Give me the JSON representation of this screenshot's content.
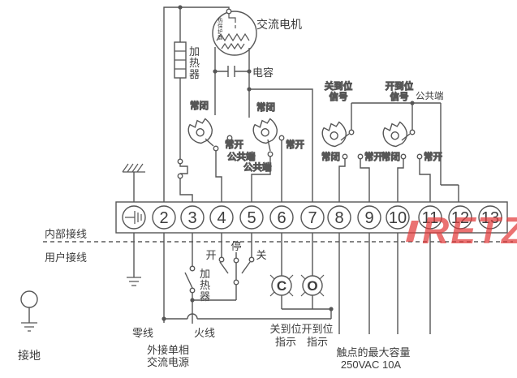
{
  "internal": {
    "motor_label": "交流电机",
    "protector": {
      "c0": "热",
      "c1": "保",
      "c2": "护",
      "c3": "器"
    },
    "heater": {
      "c0": "加",
      "c1": "热",
      "c2": "器"
    },
    "capacitor_label": "电容",
    "sw_a": {
      "nc": "常闭",
      "no": "常开",
      "common": "公共端"
    },
    "sw_b": {
      "nc": "常闭",
      "no": "常开",
      "common": "公共端"
    },
    "sw_c": {
      "line1": "关到位",
      "line2": "信号",
      "nc": "常闭",
      "no": "常开"
    },
    "sw_d": {
      "line1": "开到位",
      "line2": "信号",
      "nc": "常闭",
      "no": "常开"
    },
    "common_label": "公共端"
  },
  "separator": {
    "internal": "内部接线",
    "user": "用户接线"
  },
  "terminals": [
    "2",
    "3",
    "4",
    "5",
    "6",
    "7",
    "8",
    "9",
    "10",
    "11",
    "12",
    "13"
  ],
  "user": {
    "neutral": "零线",
    "live": "火线",
    "power_line1": "外接单相",
    "power_line2": "交流电源",
    "heater": {
      "c0": "加",
      "c1": "热",
      "c2": "器"
    },
    "btn_open": "开",
    "btn_stop": "停",
    "btn_close": "关",
    "lamp_c": "C",
    "lamp_o": "O",
    "lamp_c_line1": "关到位",
    "lamp_c_line2": "指示",
    "lamp_o_line1": "开到位",
    "lamp_o_line2": "指示",
    "note_line1": "触点的最大容量",
    "note_line2": "250VAC 10A",
    "ground_label": "接地"
  },
  "watermark": {
    "text": "RETZ",
    "color": "#e23b3b"
  },
  "colors": {
    "line": "#565656",
    "text": "#3c3c3c",
    "background": "#ffffff"
  }
}
